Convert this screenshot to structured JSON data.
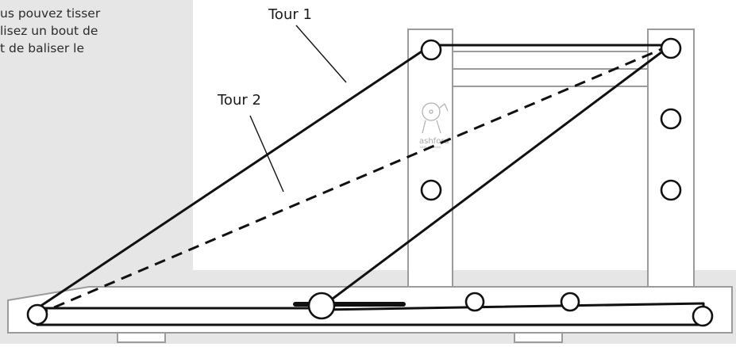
{
  "note": {
    "lines": [
      "us pouvez tisser",
      "lisez un bout de",
      "t de baliser le"
    ]
  },
  "labels": {
    "tour1": "Tour 1",
    "tour2": "Tour 2"
  },
  "logo": {
    "brand": "ashford",
    "tagline": "NEW ZEALAND"
  },
  "colors": {
    "panel": "#e6e6e7",
    "frame_stroke": "#9b9b9b",
    "ink": "#111111"
  }
}
